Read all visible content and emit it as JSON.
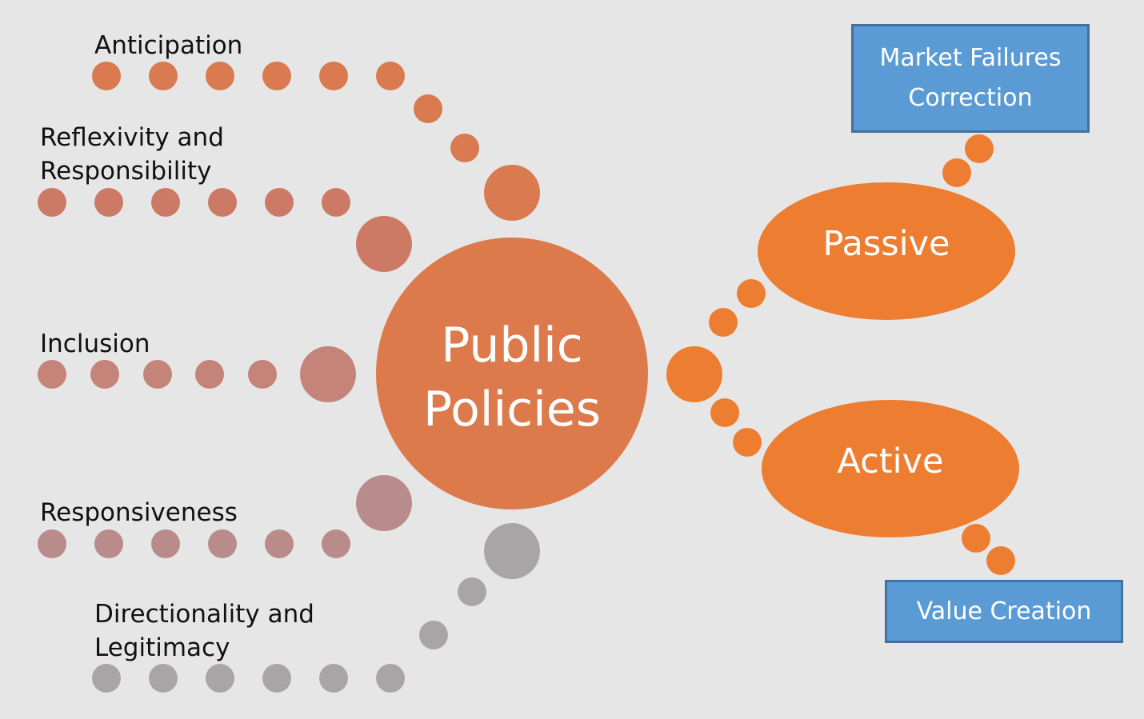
{
  "center": {
    "label": "Public\nPolicies",
    "color": "#dc7a4b"
  },
  "dimensions": [
    {
      "label": "Anticipation",
      "color": "#d97a50"
    },
    {
      "label": "Reflexivity and\nResponsibility",
      "color": "#cc7a65"
    },
    {
      "label": "Inclusion",
      "color": "#c4847a"
    },
    {
      "label": "Responsiveness",
      "color": "#b98b8b"
    },
    {
      "label": "Directionality and\nLegitimacy",
      "color": "#a9a5a6"
    }
  ],
  "approaches": {
    "passive": {
      "label": "Passive",
      "color": "#ed7d31",
      "outcome": "Market Failures\nCorrection"
    },
    "active": {
      "label": "Active",
      "color": "#ed7d31",
      "outcome": "Value Creation"
    }
  },
  "box_color": "#5b9bd5"
}
